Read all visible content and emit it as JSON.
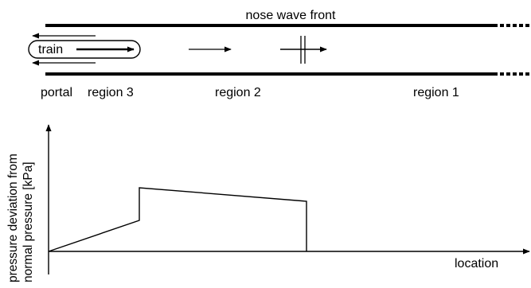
{
  "tunnel": {
    "title": "nose wave front",
    "train_label": "train",
    "labels": {
      "portal": "portal",
      "region3": "region 3",
      "region2": "region 2",
      "region1": "region 1"
    }
  },
  "graph": {
    "ylabel_line1": "pressure deviation from",
    "ylabel_line2": "normal pressure [kPa]",
    "xlabel": "location"
  },
  "colors": {
    "ink": "#000000",
    "background": "#ffffff"
  }
}
